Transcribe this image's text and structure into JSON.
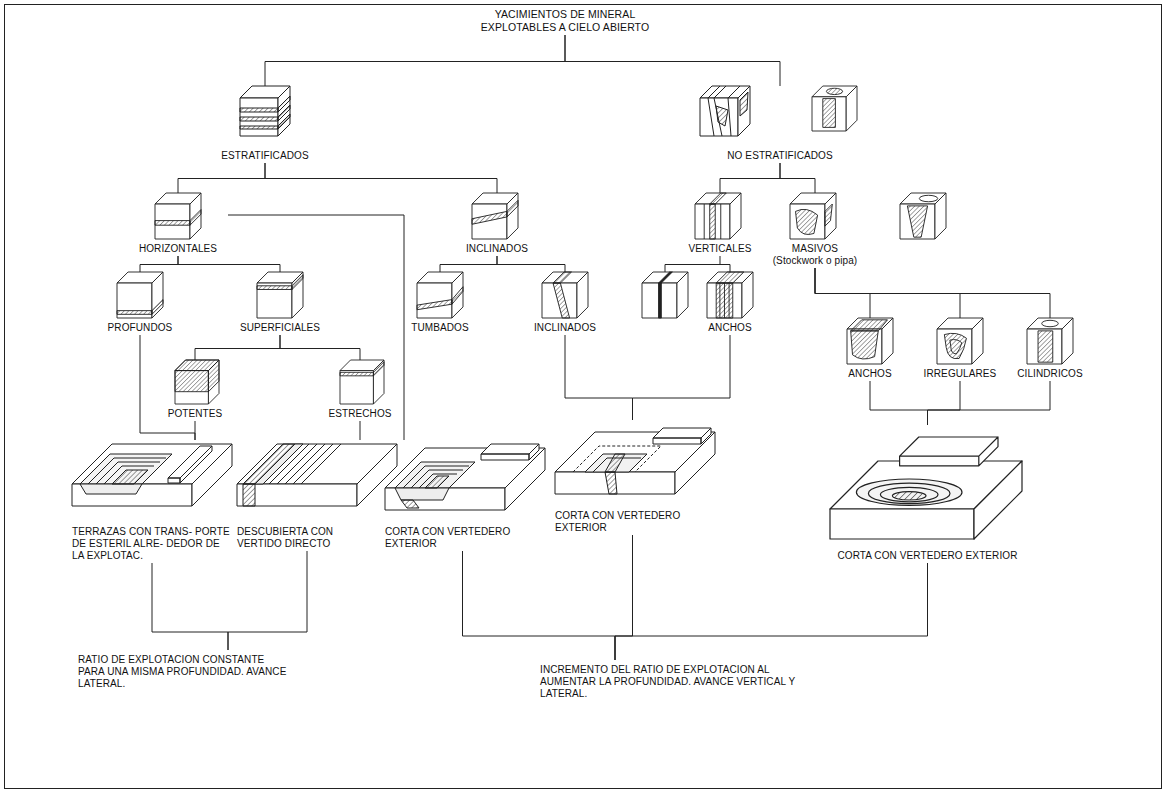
{
  "diagram": {
    "nodes": [
      {
        "text": [
          "YACIMIENTOS DE MINERAL EXPLOTABLES A CIELO ABIERTO"
        ]
      },
      {
        "text": [
          "ESTRATIFICADOS"
        ]
      },
      {
        "text": [
          "NO ESTRATIFICADOS"
        ]
      },
      {
        "text": [
          "HORIZONTALES"
        ]
      },
      {
        "text": [
          "INCLINADOS"
        ]
      },
      {
        "text": [
          "VERTICALES"
        ]
      },
      {
        "text": [
          "MASIVOS",
          "(Stockwork o pipa)"
        ]
      },
      {
        "text": [
          "PROFUNDOS"
        ]
      },
      {
        "text": [
          "SUPERFICIALES"
        ]
      },
      {
        "text": [
          "TUMBADOS"
        ]
      },
      {
        "text": [
          "INCLINADOS"
        ]
      },
      {
        "text": [
          "ANCHOS"
        ]
      },
      {
        "text": [
          "ANCHOS"
        ]
      },
      {
        "text": [
          "IRREGULARES"
        ]
      },
      {
        "text": [
          "CILINDRICOS"
        ]
      },
      {
        "text": [
          "POTENTES"
        ]
      },
      {
        "text": [
          "ESTRECHOS"
        ]
      },
      {
        "text": [
          "TERRAZAS CON TRANS- PORTE DE ESTERIL ALRE- DEDOR DE LA EXPLOTAC."
        ]
      },
      {
        "text": [
          "DESCUBIERTA CON VERTIDO DIRECTO"
        ]
      },
      {
        "text": [
          "CORTA CON VERTEDERO EXTERIOR"
        ]
      },
      {
        "text": [
          "CORTA CON VERTEDERO EXTERIOR"
        ]
      },
      {
        "text": [
          "CORTA CON VERTEDERO EXTERIOR"
        ]
      },
      {
        "text": [
          "RATIO DE EXPLOTACION CONSTANTE PARA UNA MISMA PROFUNDIDAD. AVANCE LATERAL."
        ]
      },
      {
        "text": [
          "INCREMENTO DEL RATIO DE EXPLOTACION AL AUMENTAR LA PROFUNDIDAD. AVANCE VERTICAL Y LATERAL."
        ]
      }
    ],
    "edges": [
      {
        "from": 0,
        "to": 1,
        "arrow": "none"
      },
      {
        "from": 0,
        "to": 2,
        "arrow": "none"
      },
      {
        "from": 1,
        "to": 3,
        "arrow": "none"
      },
      {
        "from": 1,
        "to": 4,
        "arrow": "none"
      },
      {
        "from": 2,
        "to": 5,
        "arrow": "none"
      },
      {
        "from": 2,
        "to": 6,
        "arrow": "none"
      },
      {
        "from": 3,
        "to": 7,
        "arrow": "none"
      },
      {
        "from": 3,
        "to": 8,
        "arrow": "none"
      },
      {
        "from": 4,
        "to": 9,
        "arrow": "none"
      },
      {
        "from": 4,
        "to": 10,
        "arrow": "none"
      },
      {
        "from": 5,
        "to": 11,
        "arrow": "none"
      },
      {
        "from": 6,
        "to": 12,
        "arrow": "none"
      },
      {
        "from": 6,
        "to": 13,
        "arrow": "none"
      },
      {
        "from": 6,
        "to": 14,
        "arrow": "none"
      },
      {
        "from": 8,
        "to": 15,
        "arrow": "none"
      },
      {
        "from": 8,
        "to": 16,
        "arrow": "none"
      },
      {
        "from": 7,
        "to": 17,
        "arrow": "none"
      },
      {
        "from": 15,
        "to": 17,
        "arrow": "none"
      },
      {
        "from": 16,
        "to": 18,
        "arrow": "none"
      },
      {
        "from": 3,
        "to": 19,
        "arrow": "none"
      },
      {
        "from": 10,
        "to": 20,
        "arrow": "none"
      },
      {
        "from": 11,
        "to": 20,
        "arrow": "none"
      },
      {
        "from": 12,
        "to": 21,
        "arrow": "none"
      },
      {
        "from": 13,
        "to": 21,
        "arrow": "none"
      },
      {
        "from": 14,
        "to": 21,
        "arrow": "none"
      },
      {
        "from": 17,
        "to": 22,
        "arrow": "none"
      },
      {
        "from": 18,
        "to": 22,
        "arrow": "none"
      },
      {
        "from": 19,
        "to": 23,
        "arrow": "none"
      },
      {
        "from": 20,
        "to": 23,
        "arrow": "none"
      },
      {
        "from": 21,
        "to": 23,
        "arrow": "none"
      }
    ]
  }
}
